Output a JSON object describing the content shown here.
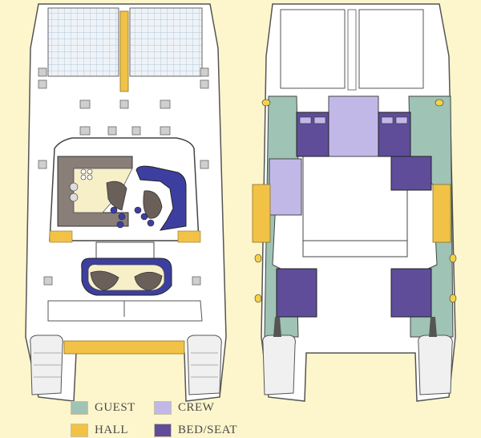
{
  "legend": [
    {
      "label": "GUEST",
      "color": "#9fc3b5"
    },
    {
      "label": "CREW",
      "color": "#c2b8e8"
    },
    {
      "label": "HALL",
      "color": "#f2c247"
    },
    {
      "label": "BED/SEAT",
      "color": "#5f4d9a"
    }
  ],
  "colors": {
    "background": "#fdf6cc",
    "hull": "#ffffff",
    "outline": "#555555",
    "net": "#dde8f2",
    "galley": "#8a7e78",
    "seat": "#3d3fa0",
    "cushion": "#6b5f5a",
    "table": "#f7efc8",
    "guest": "#9fc3b5",
    "crew": "#c2b8e8",
    "hall": "#f2c247",
    "bed": "#5f4d9a"
  }
}
